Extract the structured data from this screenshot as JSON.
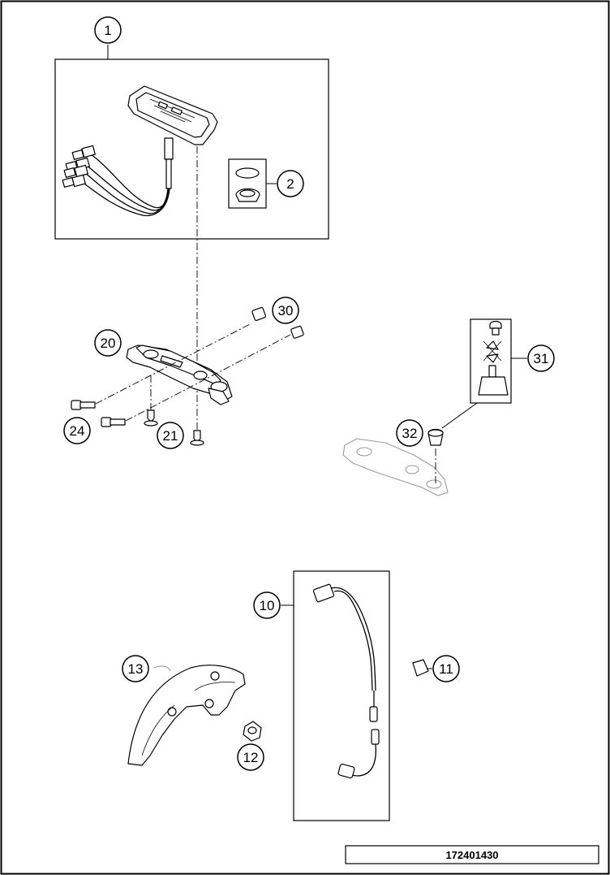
{
  "diagram": {
    "reference_number": "172401430",
    "callouts": [
      {
        "id": "c1",
        "label": "1"
      },
      {
        "id": "c2",
        "label": "2"
      },
      {
        "id": "c10",
        "label": "10"
      },
      {
        "id": "c11",
        "label": "11"
      },
      {
        "id": "c12",
        "label": "12"
      },
      {
        "id": "c13",
        "label": "13"
      },
      {
        "id": "c20",
        "label": "20"
      },
      {
        "id": "c21",
        "label": "21"
      },
      {
        "id": "c24",
        "label": "24"
      },
      {
        "id": "c30",
        "label": "30"
      },
      {
        "id": "c31",
        "label": "31"
      },
      {
        "id": "c32",
        "label": "32"
      }
    ]
  }
}
